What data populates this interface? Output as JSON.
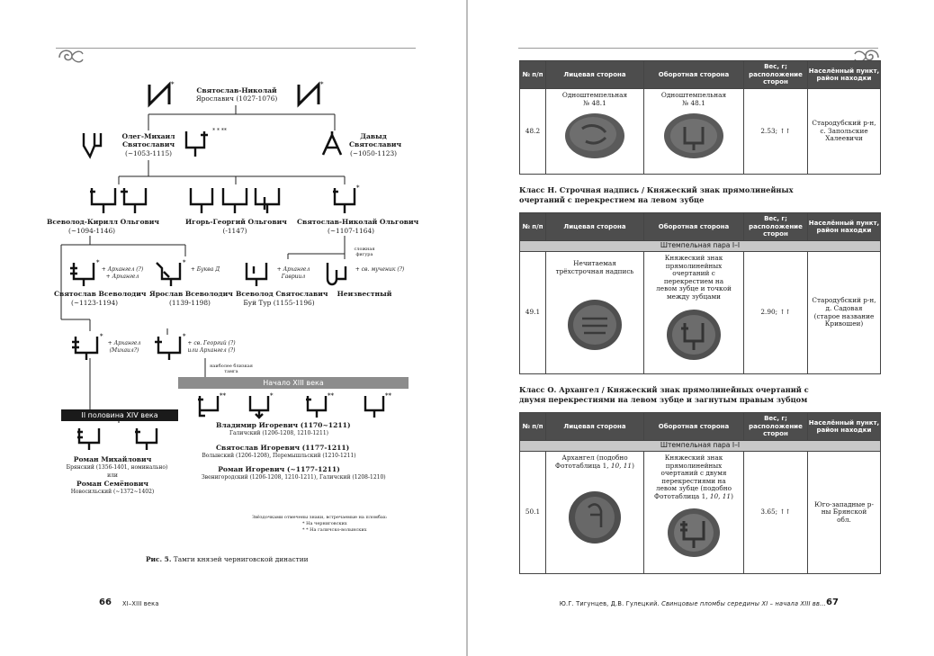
{
  "left_page": {
    "page_number": "66",
    "running_head": "XI–XIII века",
    "caption_label": "Рис. 5.",
    "caption_text": "Тамги князей черниговской династии",
    "notes": {
      "line1": "Звёздочками отмечены знаки, встречаемые на пломбах:",
      "line2": "* На черниговских",
      "line3": "* * На галичско-волынских"
    },
    "band_xiv": "II половина XIV века",
    "band_xiii": "Начало XIII века",
    "nodes": {
      "svyatoslav_name": "Святослав-Николай",
      "svyatoslav_sub": "Ярославич (1027-1076)",
      "oleg_1": "Олег-Михаил",
      "oleg_2": "Святославич",
      "oleg_3": "(~1053-1115)",
      "oleg_marks": "* * **",
      "david_1": "Давыд",
      "david_2": "Святославич",
      "david_3": "(~1050-1123)",
      "vsevolod_1": "Всеволод-Кирилл Ольгович",
      "vsevolod_2": "(~1094-1146)",
      "igor_1": "Игорь-Георгий Ольгович",
      "igor_2": "(-1147)",
      "svyatoslavO_1": "Святослав-Николай Ольгович",
      "svyatoslavO_2": "(~1107-1164)",
      "complex_figure": "сложная фигура",
      "sv_vsevolodich_1": "Святослав Всеволодич",
      "sv_vsevolodich_2": "(~1123-1194)",
      "sv_vsevolodich_note1": "+ Архангел (?)",
      "sv_vsevolodich_note2": "+ Архангел",
      "yaroslav_1": "Ярослав Всеволодич",
      "yaroslav_2": "(1139-1198)",
      "yaroslav_note": "+ Буква Д",
      "vsevolod_sv_1": "Всеволод Святославич",
      "vsevolod_sv_2": "Буй Тур (1155-1196)",
      "vsevolod_sv_note1": "+ Архангел",
      "vsevolod_sv_note2": "Гавриил",
      "unknown_1": "Неизвестный",
      "unknown_note": "+ св. мученик (?)",
      "row5_note1a": "+ Архангел",
      "row5_note1b": "(Михаил?)",
      "row5_note2a": "+ св. Георгий (?)",
      "row5_note2b": "или Архангел (?)",
      "nearest_sign": "наиболее близкая тамга",
      "vladimir_1": "Владимир Игоревич (1170~1211)",
      "vladimir_2": "Галичский (1206-1208, 1210-1211)",
      "svyatoslavI_1": "Святослав Игоревич (1177-1211)",
      "svyatoslavI_2": "Волынский (1206-1208), Перемышльский (1210-1211)",
      "roman_i_1": "Роман Игоревич (~1177-1211)",
      "roman_i_2": "Звенигородский (1206-1208, 1210-1211), Галичский (1208-1210)",
      "roman_m_1": "Роман Михайлович",
      "roman_m_2": "Брянский (1356-1401, номинально)",
      "or": "или",
      "roman_s_1": "Роман Семёнович",
      "roman_s_2": "Новосильский (~1372~1402)"
    }
  },
  "right_page": {
    "page_number": "67",
    "running_authors": "Ю.Г. Тигунцев, Д.В. Гулецкий.",
    "running_title": "Свинцовые пломбы середины XI – начала XIII вв...",
    "columns": [
      "№ п/п",
      "Лицевая сторона",
      "Оборотная сторона",
      "Вес, г; расположение сторон",
      "Населённый пункт, район находки"
    ],
    "table1": {
      "num": "48.2",
      "obverse": "Одноштемпельная № 48.1",
      "reverse": "Одноштемпельная № 48.1",
      "weight": "2.53; ↑↑",
      "place": "Стародубский р-н, с. Запольские Халеевичи"
    },
    "class_n": "Класс Н. Строчная надпись / Княжеский знак прямолинейных очертаний с перекрестием на левом зубце",
    "table2": {
      "pair": "Штемпельная пара I–I",
      "num": "49.1",
      "obverse": "Нечитаемая трёхстрочная надпись",
      "reverse": "Княжеский знак прямолинейных очертаний с перекрестием на левом зубце и точкой между зубцами",
      "weight": "2.90; ↑↑",
      "place": "Стародубский р-н, д. Садовая (старое название Кривошеи)"
    },
    "class_o": "Класс О. Архангел / Княжеский знак прямолинейных очертаний с двумя перекрестиями на левом зубце и загнутым правым зубцом",
    "table3": {
      "pair": "Штемпельная пара I–I",
      "num": "50.1",
      "obverse_a": "Архангел (подобно Фототаблица 1, ",
      "obverse_b": "10, 11",
      "obverse_c": ")",
      "reverse_a": "Княжеский знак прямолинейных очертаний с двумя перекрестиями на левом зубце (подобно Фототаблица 1, ",
      "reverse_b": "10, 11",
      "reverse_c": ")",
      "weight": "3.65; ↑↑",
      "place": "Юго-западные р-ны Брянской обл."
    }
  },
  "colors": {
    "header_fill": "#4d4d4d",
    "pair_fill": "#c8c8c8",
    "band_dark": "#1a1a1a",
    "band_gray": "#8c8c8c"
  }
}
